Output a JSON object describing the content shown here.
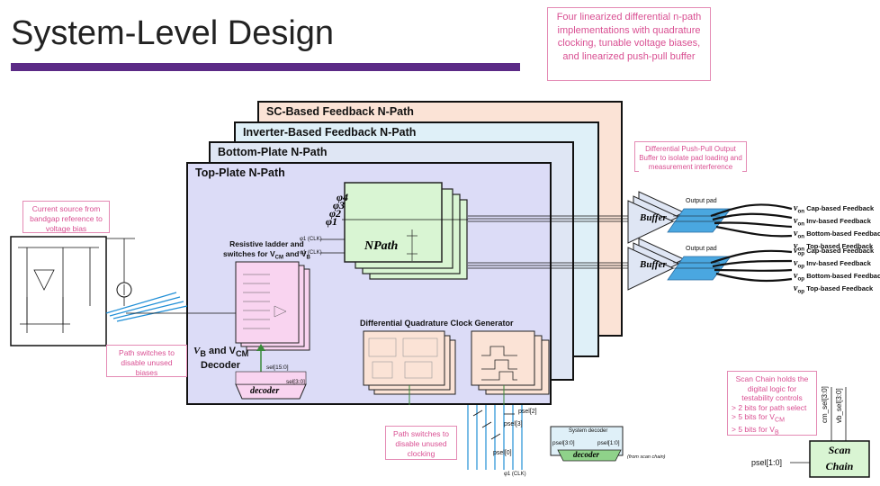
{
  "title": "System-Level Design",
  "callouts": {
    "top_right": "Four linearized differential n-path implementations with quadrature clocking, tunable voltage biases, and linearized push-pull buffer",
    "output_buffer": "Differential Push-Pull Output Buffer to isolate pad loading and measurement interference",
    "current_source": "Current source from bandgap reference to voltage bias",
    "path_switch_bias": "Path switches to disable unused biases",
    "path_switch_clock": "Path switches to disable unused clocking",
    "scan_chain": "Scan Chain holds the digital logic for testability controls",
    "scan_items": [
      "> 2 bits for path select",
      "> 5 bits for V",
      "> 5 bits for V"
    ],
    "scan_subs": [
      "CM",
      "B"
    ]
  },
  "panels": {
    "p4": "SC-Based Feedback N-Path",
    "p3": "Inverter-Based Feedback N-Path",
    "p2": "Bottom-Plate N-Path",
    "p1": "Top-Plate N-Path"
  },
  "blocks": {
    "ladder_title_1": "Resistive ladder and",
    "ladder_title_2": "switches for V",
    "ladder_sub_cm": "CM",
    "ladder_and": " and V",
    "ladder_sub_b": "B",
    "decoder_title_1": "V",
    "decoder_title_b": "B",
    "decoder_title_and": " and V",
    "decoder_title_cm": "CM",
    "decoder_title_2": "Decoder",
    "decoder": "decoder",
    "npath": "NPath",
    "clockgen": "Differential Quadrature Clock Generator",
    "buffer": "Buffer",
    "output_pad": "Output pad",
    "scan_chain_1": "Scan",
    "scan_chain_2": "Chain",
    "system_decoder": "System decoder",
    "psel30": "psel[3:0]",
    "psel10": "psel[1:0]",
    "from_scan": "(from scan chain)",
    "psel2": "psel[2]",
    "psel3": "psel[3]",
    "psel0": "psel[0]",
    "vb_sel": "vb_sel[3:0]",
    "cm_sel": "cm_sel[3:0]",
    "psel_in": "psel[1:0]",
    "vcm_sel_bits": "sel[15:0]",
    "vcm_sel3": "sel[3:0]",
    "phi_labels": [
      "φ4",
      "φ3",
      "φ2",
      "φ1"
    ],
    "phi_clk_in": "φ1 (CLK)",
    "phi_clkbar_in": "φ1 (CLK)"
  },
  "outputs_n": [
    {
      "sym": "v",
      "sub": "on",
      "label": "Cap-based Feedback"
    },
    {
      "sym": "v",
      "sub": "on",
      "label": "Inv-based Feedback"
    },
    {
      "sym": "v",
      "sub": "on",
      "label": "Bottom-based Feedback"
    },
    {
      "sym": "v",
      "sub": "on",
      "label": "Top-based Feedback"
    }
  ],
  "outputs_p": [
    {
      "sym": "v",
      "sub": "op",
      "label": "Cap-based Feedback"
    },
    {
      "sym": "v",
      "sub": "op",
      "label": "Inv-based Feedback"
    },
    {
      "sym": "v",
      "sub": "op",
      "label": "Bottom-based Feedback"
    },
    {
      "sym": "v",
      "sub": "op",
      "label": "Top-based Feedback"
    }
  ],
  "colors": {
    "title_bar": "#5b2a86",
    "callout": "#d94f92",
    "p4": "#fbe3d6",
    "p3": "#dff0f8",
    "p2": "#dfe6f4",
    "p1": "#dcdcf7",
    "npath": "#d9f5d3",
    "ladder": "#f9d4f0",
    "wire_blue": "#1f8ed6"
  }
}
